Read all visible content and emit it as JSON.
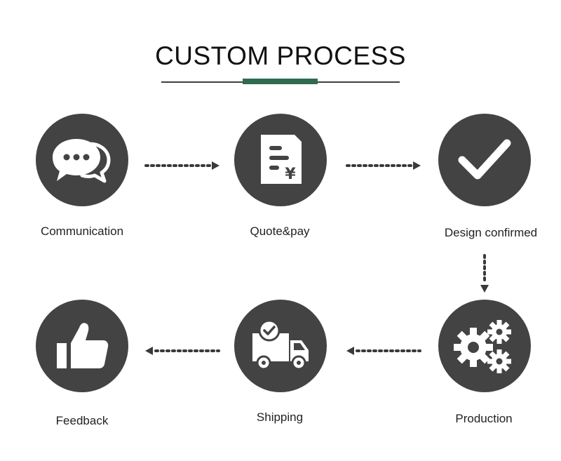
{
  "header": {
    "title": "CUSTOM PROCESS",
    "accent_color": "#2f6b4f"
  },
  "colors": {
    "circle": "#434343",
    "icon": "#ffffff",
    "arrow": "#3a3a3a"
  },
  "steps": [
    {
      "label": "Communication",
      "icon": "chat-bubbles-icon"
    },
    {
      "label": "Quote&pay",
      "icon": "invoice-yen-icon"
    },
    {
      "label": "Design confirmed",
      "icon": "checkmark-icon"
    },
    {
      "label": "Production",
      "icon": "gears-icon"
    },
    {
      "label": "Shipping",
      "icon": "delivery-truck-icon"
    },
    {
      "label": "Feedback",
      "icon": "thumbs-up-icon"
    }
  ],
  "quote_symbol": "¥"
}
